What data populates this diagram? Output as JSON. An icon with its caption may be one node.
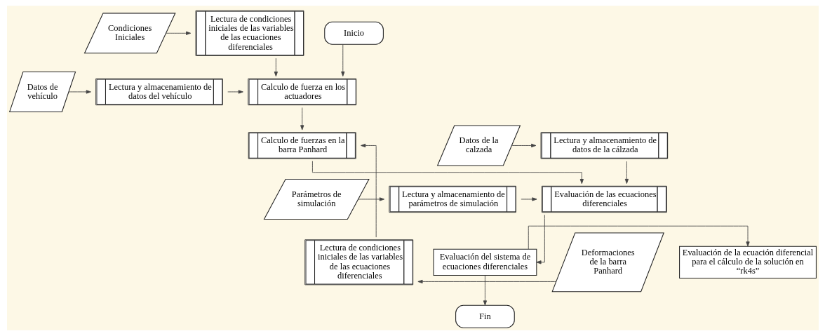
{
  "diagram": {
    "nodes": [
      {
        "text": [
          "Condiciones Iniciales"
        ]
      },
      {
        "text": [
          "Lectura de condiciones iniciales de las variables de las ecuaciones diferenciales"
        ]
      },
      {
        "text": [
          "Inicio"
        ]
      },
      {
        "text": [
          "Datos de vehículo"
        ]
      },
      {
        "text": [
          "Lectura y almacenamiento de datos del vehículo"
        ]
      },
      {
        "text": [
          "Calculo de fuerza en los actuadores"
        ]
      },
      {
        "text": [
          "Datos de la calzada"
        ]
      },
      {
        "text": [
          "Lectura y almacenamiento de datos de la cálzada"
        ]
      },
      {
        "text": [
          "Calculo de fuerzas en la barra Panhard"
        ]
      },
      {
        "text": [
          "Parámetros de simulación"
        ]
      },
      {
        "text": [
          "Lectura y almacenamiento de parámetros de simulación"
        ]
      },
      {
        "text": [
          "Evaluación de las ecuaciones diferenciales"
        ]
      },
      {
        "text": [
          "Deformaciones de la barra Panhard"
        ]
      },
      {
        "text": [
          "Lectura de condiciones iniciales de las variables de las ecuaciones diferenciales"
        ]
      },
      {
        "text": [
          "Evaluación del sistema de ecuaciones diferenciales"
        ]
      },
      {
        "text": [
          "Evaluación de la ecuación diferencial para el cálculo de la solución en “rk4s”"
        ]
      },
      {
        "text": [
          "Fin"
        ]
      }
    ],
    "edges": [
      {
        "from": 0,
        "to": 1,
        "arrow": "to"
      },
      {
        "from": 3,
        "to": 4,
        "arrow": "to"
      },
      {
        "from": 6,
        "to": 7,
        "arrow": "to"
      },
      {
        "from": 9,
        "to": 10,
        "arrow": "to"
      },
      {
        "from": 12,
        "to": 13,
        "arrow": "to"
      },
      {
        "from": 2,
        "to": 5,
        "arrow": "to"
      },
      {
        "from": 1,
        "to": 5,
        "arrow": "to"
      },
      {
        "from": 4,
        "to": 5,
        "arrow": "to"
      },
      {
        "from": 5,
        "to": 8,
        "arrow": "to"
      },
      {
        "from": 13,
        "to": 8,
        "arrow": "to"
      },
      {
        "from": 8,
        "to": 11,
        "arrow": "to"
      },
      {
        "from": 7,
        "to": 11,
        "arrow": "to"
      },
      {
        "from": 10,
        "to": 11,
        "arrow": "to"
      },
      {
        "from": 11,
        "to": 14,
        "arrow": "to"
      },
      {
        "from": 14,
        "to": 15,
        "arrow": "to"
      },
      {
        "from": 14,
        "to": 16,
        "arrow": "to"
      }
    ]
  }
}
